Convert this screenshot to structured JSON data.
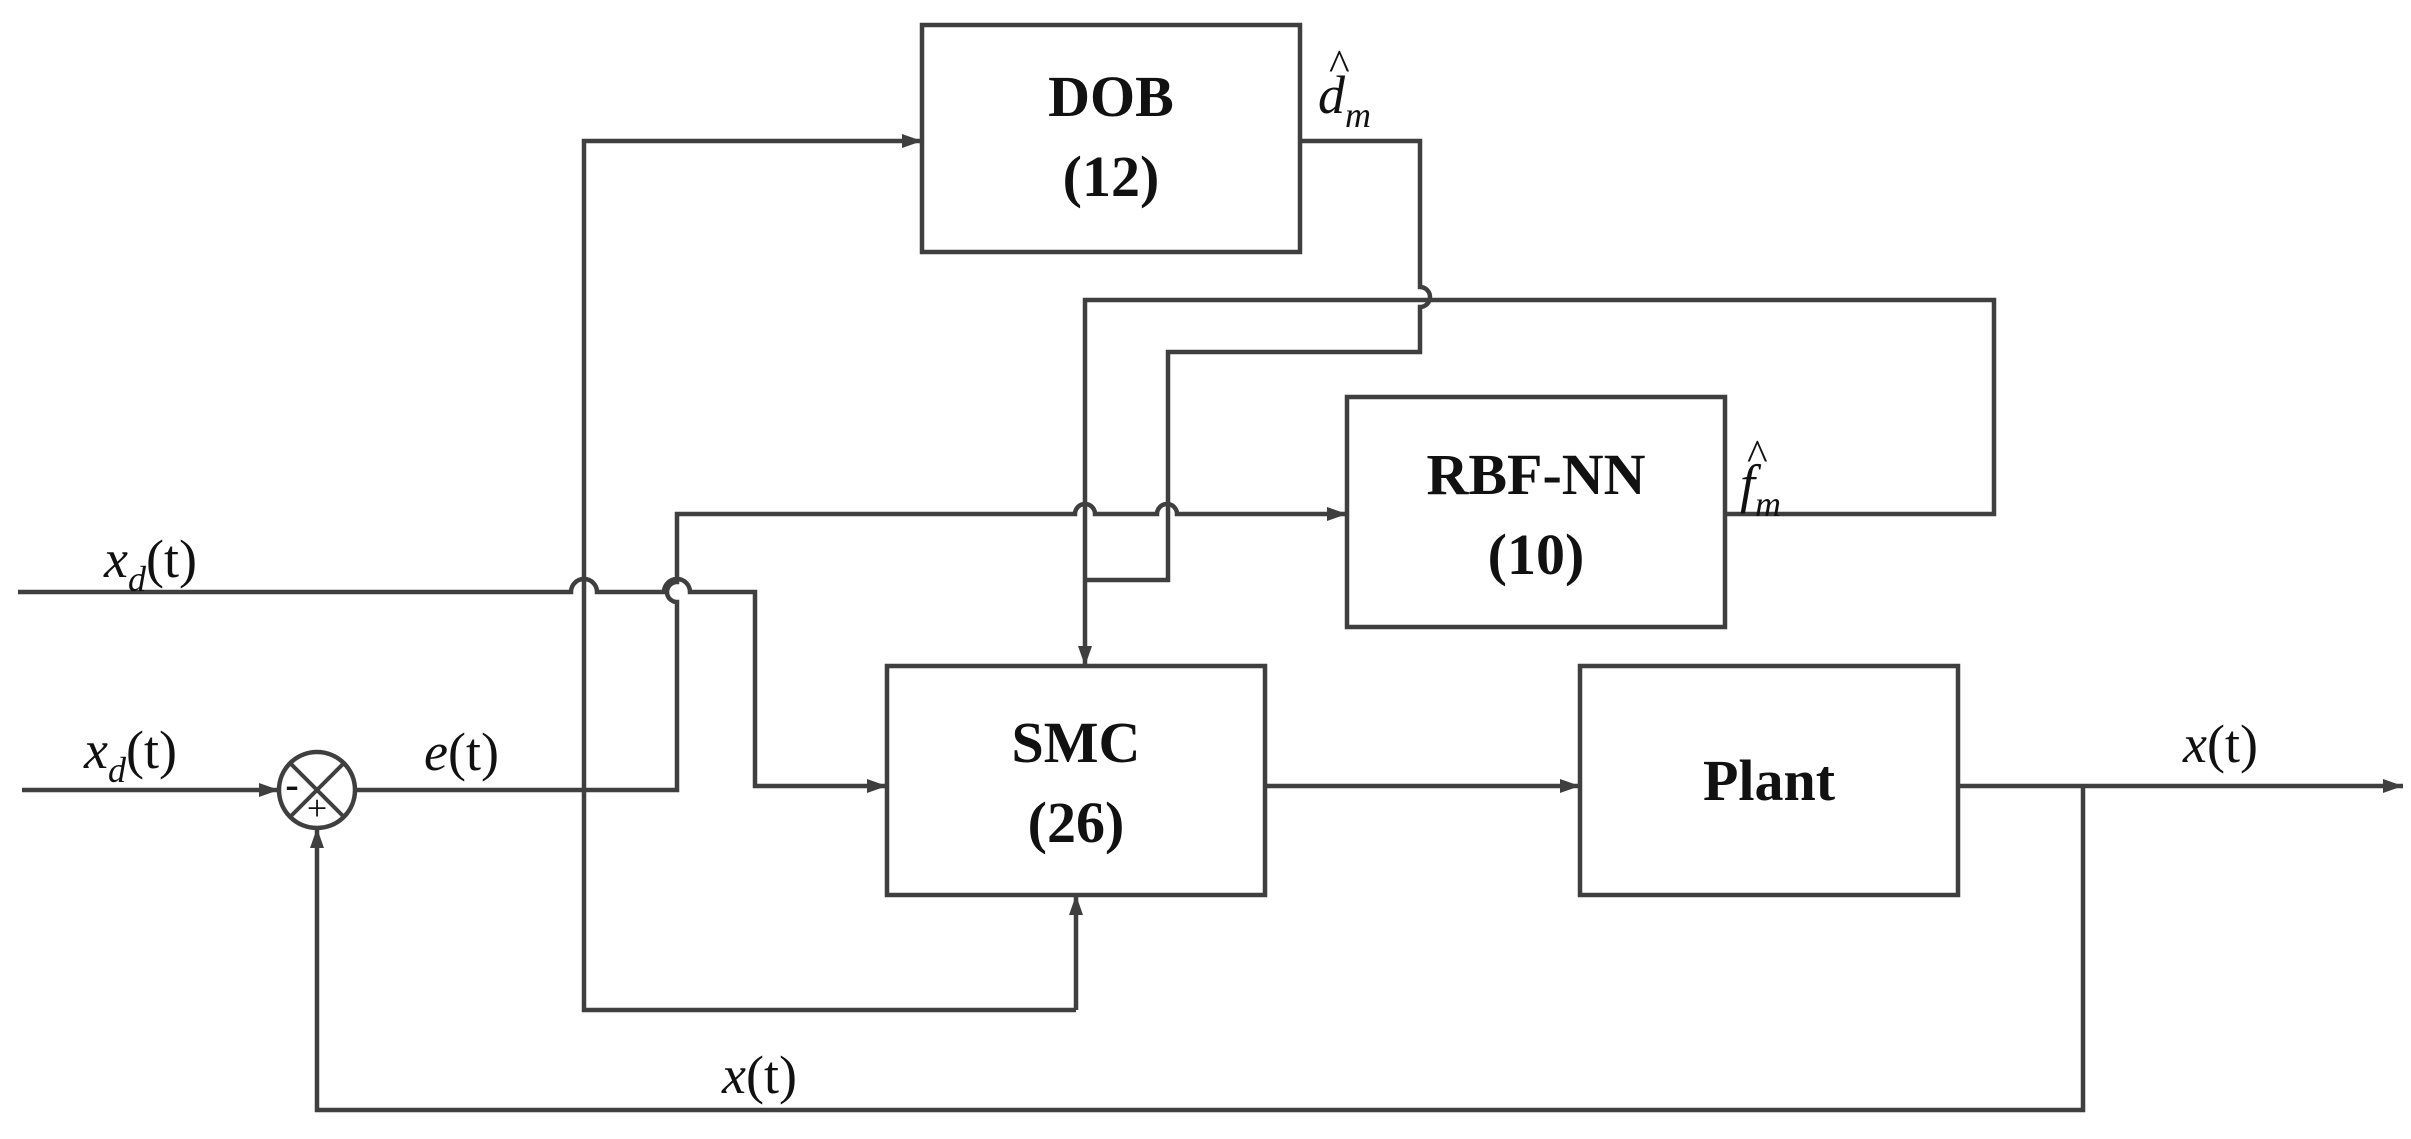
{
  "blocks": {
    "dob": {
      "name": "DOB",
      "eq": "(12)"
    },
    "rbf": {
      "name": "RBF-NN",
      "eq": "(10)"
    },
    "smc": {
      "name": "SMC",
      "eq": "(26)"
    },
    "plant": {
      "name": "Plant"
    }
  },
  "summing_junction": {
    "minus": "-",
    "plus": "+"
  },
  "signals": {
    "xd_top": {
      "base": "x",
      "sub": "d",
      "arg": "(t)"
    },
    "xd_bottom": {
      "base": "x",
      "sub": "d",
      "arg": "(t)"
    },
    "error": {
      "base": "e",
      "arg": "(t)"
    },
    "dob_out": {
      "base": "d",
      "hat": "^",
      "sub": "m"
    },
    "rbf_out": {
      "base": "f",
      "hat": "^",
      "sub": "m"
    },
    "output": {
      "base": "x",
      "arg": "(t)"
    },
    "feedback": {
      "base": "x",
      "arg": "(t)"
    }
  },
  "colors": {
    "line": "#3f3f3f",
    "text": "#111111"
  }
}
